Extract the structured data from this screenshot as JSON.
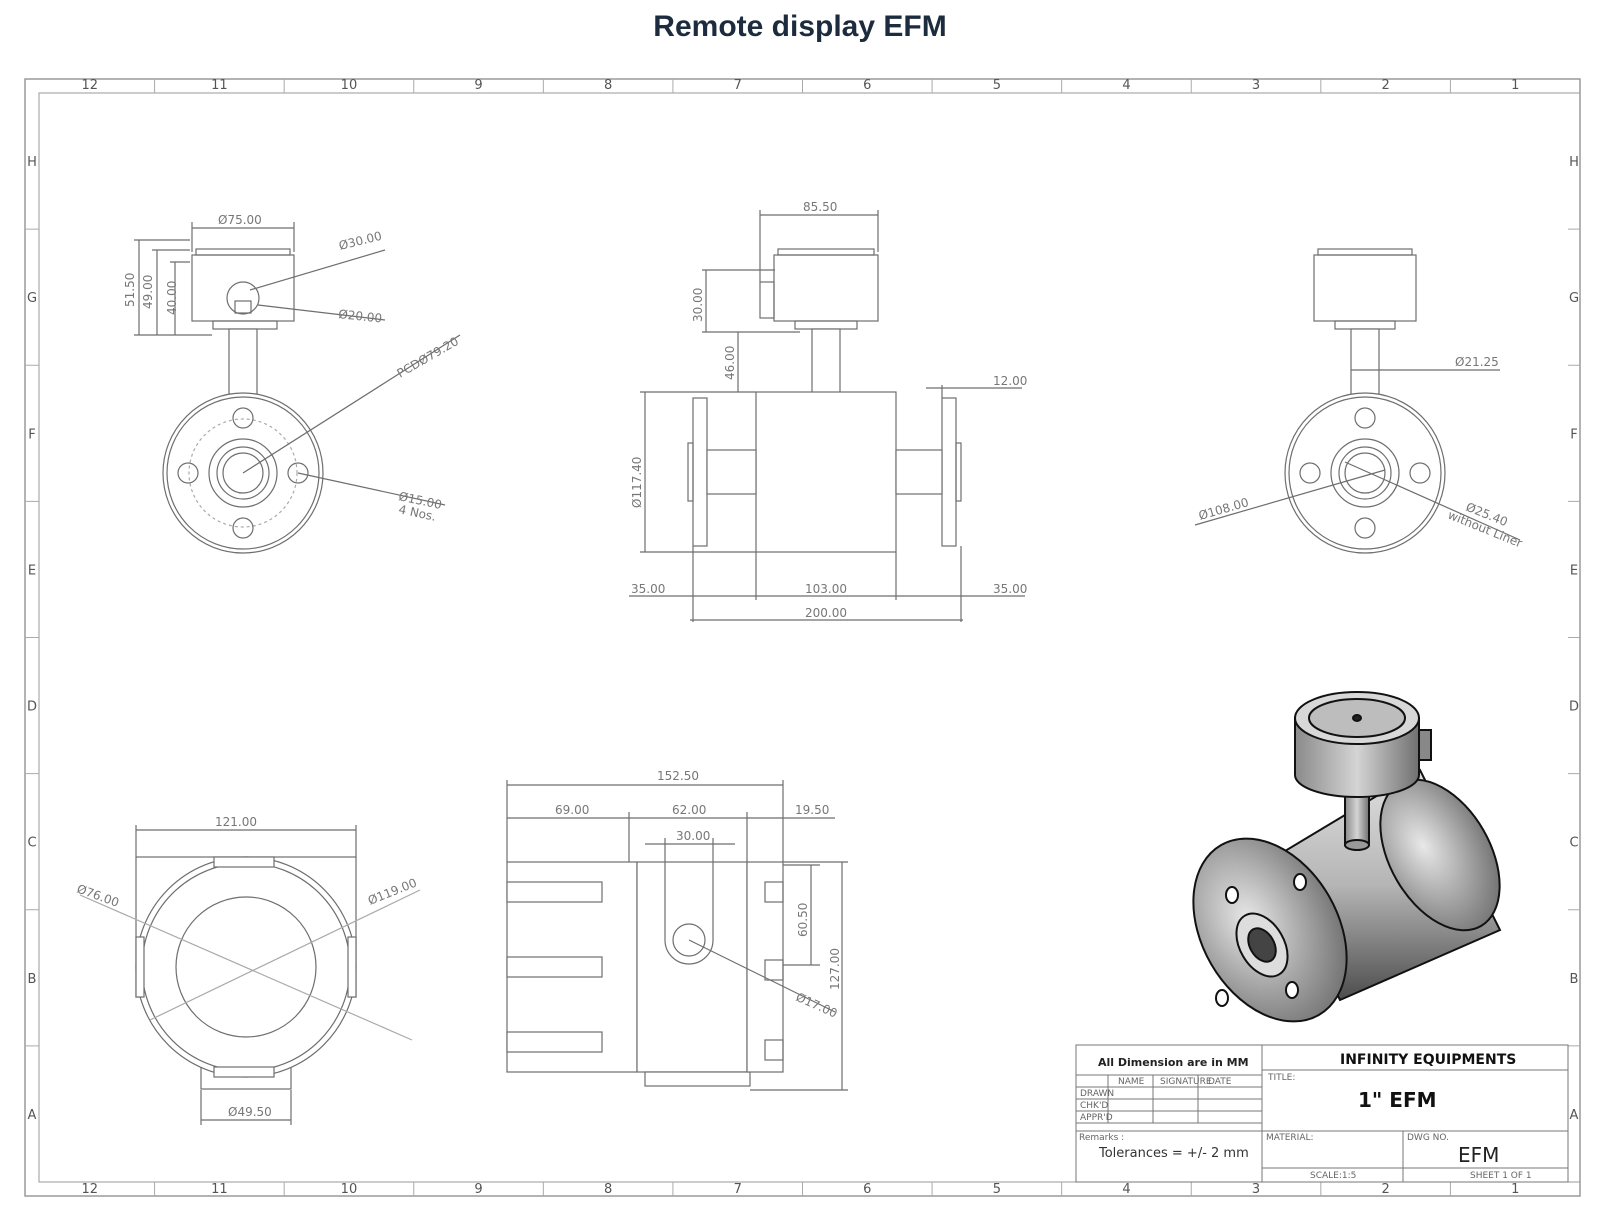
{
  "page_title": "Remote display EFM",
  "zones": {
    "columns": [
      "12",
      "11",
      "10",
      "9",
      "8",
      "7",
      "6",
      "5",
      "4",
      "3",
      "2",
      "1"
    ],
    "rows": [
      "H",
      "G",
      "F",
      "E",
      "D",
      "C",
      "B",
      "A"
    ]
  },
  "dimensions": {
    "front_head_dia": "Ø75.00",
    "front_cable_outer": "Ø30.00",
    "front_cable_inner": "Ø20.00",
    "front_h1": "51.50",
    "front_h2": "49.00",
    "front_h3": "40.00",
    "pcd": "PCDØ79.20",
    "bolt_hole": "Ø15.00",
    "bolt_count": "4 Nos.",
    "side_head_width": "85.50",
    "side_h30": "30.00",
    "side_h46": "46.00",
    "side_flange_thk": "12.00",
    "side_body_dia": "Ø117.40",
    "side_left": "35.00",
    "side_mid": "103.00",
    "side_right": "35.00",
    "side_total": "200.00",
    "right_neck": "Ø21.25",
    "right_flange_od": "Ø108.00",
    "right_bore": "Ø25.40",
    "right_bore_note": "without Liner",
    "bottom_width": "121.00",
    "bottom_inner": "Ø76.00",
    "bottom_outer": "Ø119.00",
    "bottom_base": "Ø49.50",
    "top_total": "152.50",
    "top_a": "69.00",
    "top_b": "62.00",
    "top_c": "19.50",
    "top_d": "30.00",
    "top_h1": "60.50",
    "top_h2": "127.00",
    "top_hole": "Ø17.00"
  },
  "title_block": {
    "units_note": "All Dimension are in MM",
    "company": "INFINITY EQUIPMENTS",
    "col_name": "NAME",
    "col_signature": "SIGNATURE",
    "col_date": "DATE",
    "row_drawn": "DRAWN",
    "row_chkd": "CHK'D",
    "row_apprd": "APPR'D",
    "title_label": "TITLE:",
    "drawing_title": "1\" EFM",
    "remarks_label": "Remarks :",
    "tolerance": "Tolerances = +/- 2 mm",
    "material_label": "MATERIAL:",
    "dwg_no_label": "DWG NO.",
    "dwg_no": "EFM",
    "scale": "SCALE:1:5",
    "sheet": "SHEET 1 OF 1"
  }
}
